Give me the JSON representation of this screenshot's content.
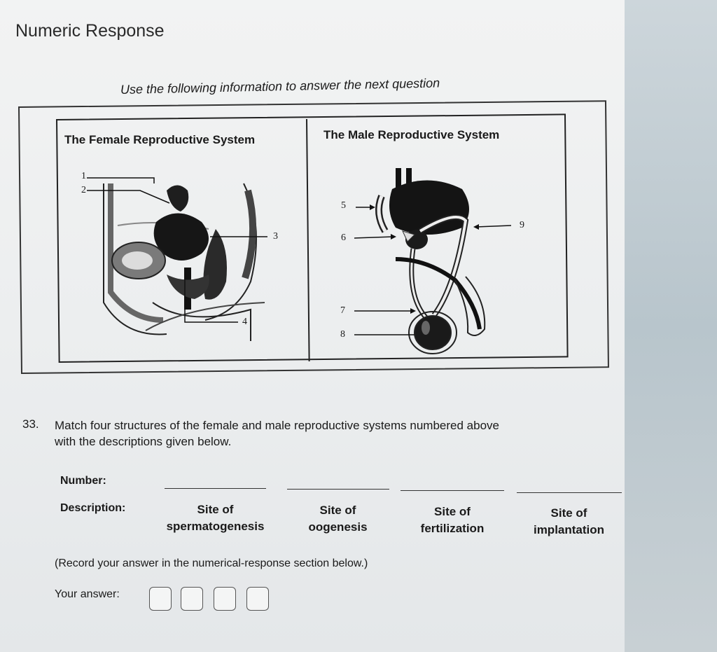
{
  "header": {
    "title": "Numeric Response"
  },
  "intro": "Use the following information to answer the next question",
  "panels": {
    "female_title": "The Female Reproductive System",
    "male_title": "The Male Reproductive System"
  },
  "labels": {
    "n1": "1",
    "n2": "2",
    "n3": "3",
    "n4": "4",
    "n5": "5",
    "n6": "6",
    "n7": "7",
    "n8": "8",
    "n9": "9"
  },
  "question": {
    "number": "33.",
    "line1": "Match four structures of the female and male reproductive systems numbered above",
    "line2": "with the descriptions given below."
  },
  "table": {
    "number_label": "Number:",
    "description_label": "Description:",
    "descriptions": [
      {
        "line1": "Site of",
        "line2": "spermatogenesis"
      },
      {
        "line1": "Site of",
        "line2": "oogenesis"
      },
      {
        "line1": "Site of",
        "line2": "fertilization"
      },
      {
        "line1": "Site of",
        "line2": "implantation"
      }
    ]
  },
  "record_note": "(Record your answer in the numerical-response section below.)",
  "answer": {
    "label": "Your answer:",
    "digits": [
      "",
      "",
      "",
      ""
    ]
  }
}
